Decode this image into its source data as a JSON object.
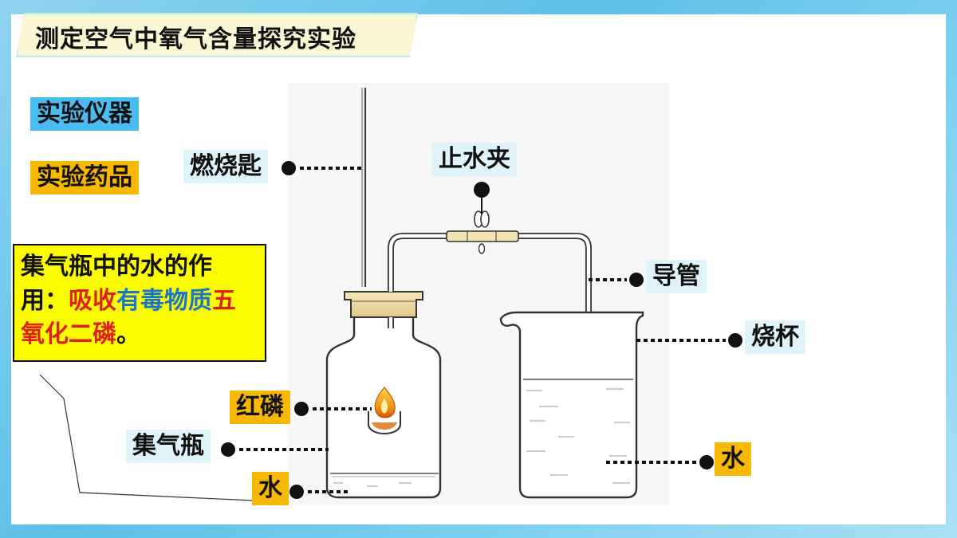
{
  "title": "测定空气中氧气含量探究实验",
  "buttons": {
    "instruments": "实验仪器",
    "reagents": "实验药品"
  },
  "note": {
    "part1": "集气瓶中的水的作用：",
    "part2_red": "吸收",
    "part3_blue": "有毒物质",
    "part4_red": "五氧化二磷",
    "part5": "。"
  },
  "labels": {
    "spoon": "燃烧匙",
    "clamp": "止水夹",
    "tube": "导管",
    "beaker": "烧杯",
    "phosphorus": "红磷",
    "bottle": "集气瓶",
    "water_left": "水",
    "water_right": "水"
  },
  "colors": {
    "blue_tag": "#4bbcf0",
    "orange_tag": "#f7b900",
    "pale_tag": "#dff3fb",
    "note_bg": "#fcfc00",
    "red_text": "#e0201a",
    "blue_text": "#1b75c8"
  }
}
